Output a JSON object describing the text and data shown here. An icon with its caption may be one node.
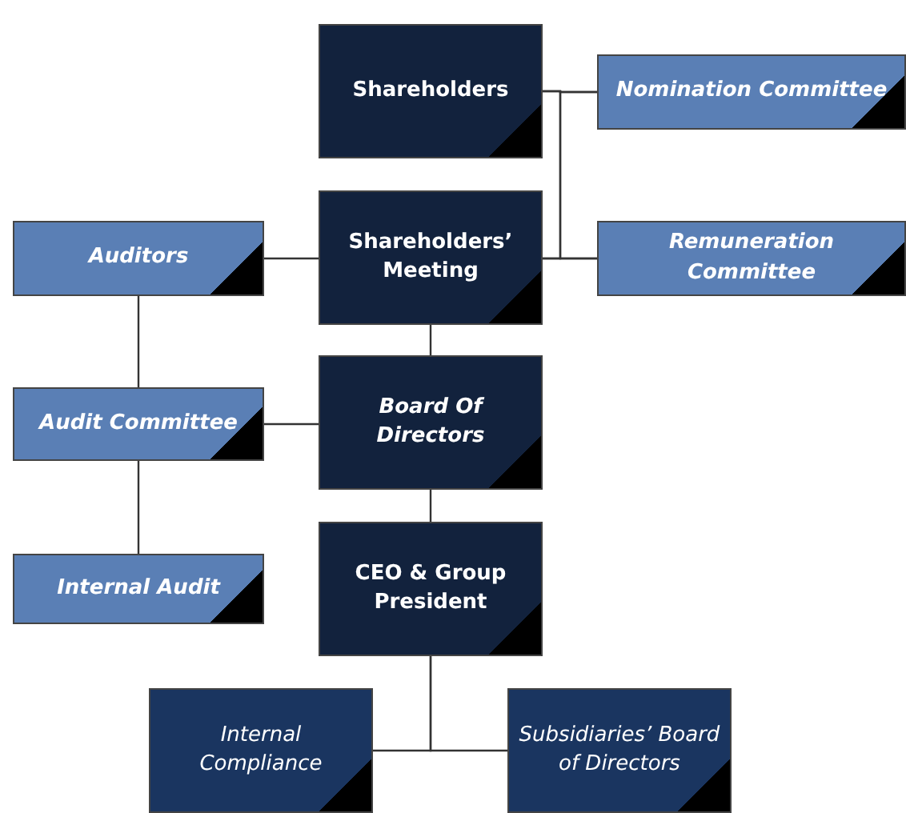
{
  "diagram": {
    "nodes": [
      {
        "text": [
          "Shareholders"
        ]
      },
      {
        "text": [
          "Shareholders’ Meeting"
        ]
      },
      {
        "text": [
          "Board Of Directors"
        ]
      },
      {
        "text": [
          "CEO & Group President"
        ]
      },
      {
        "text": [
          "Nomination Committee"
        ]
      },
      {
        "text": [
          "Remuneration Committee"
        ]
      },
      {
        "text": [
          "Auditors"
        ]
      },
      {
        "text": [
          "Audit Committee"
        ]
      },
      {
        "text": [
          "Internal Audit"
        ]
      },
      {
        "text": [
          "Internal Compliance"
        ]
      },
      {
        "text": [
          "Subsidiaries’ Board of Directors"
        ]
      }
    ],
    "edges": [
      {
        "from": 0,
        "to": 4,
        "arrow": "none"
      },
      {
        "from": 0,
        "to": 5,
        "arrow": "none"
      },
      {
        "from": 1,
        "to": 4,
        "arrow": "none"
      },
      {
        "from": 1,
        "to": 5,
        "arrow": "none"
      },
      {
        "from": 6,
        "to": 1,
        "arrow": "none"
      },
      {
        "from": 6,
        "to": 7,
        "arrow": "none"
      },
      {
        "from": 7,
        "to": 2,
        "arrow": "none"
      },
      {
        "from": 7,
        "to": 8,
        "arrow": "none"
      },
      {
        "from": 1,
        "to": 2,
        "arrow": "none"
      },
      {
        "from": 2,
        "to": 3,
        "arrow": "none"
      },
      {
        "from": 3,
        "to": 9,
        "arrow": "none"
      },
      {
        "from": 3,
        "to": 10,
        "arrow": "none"
      }
    ]
  }
}
